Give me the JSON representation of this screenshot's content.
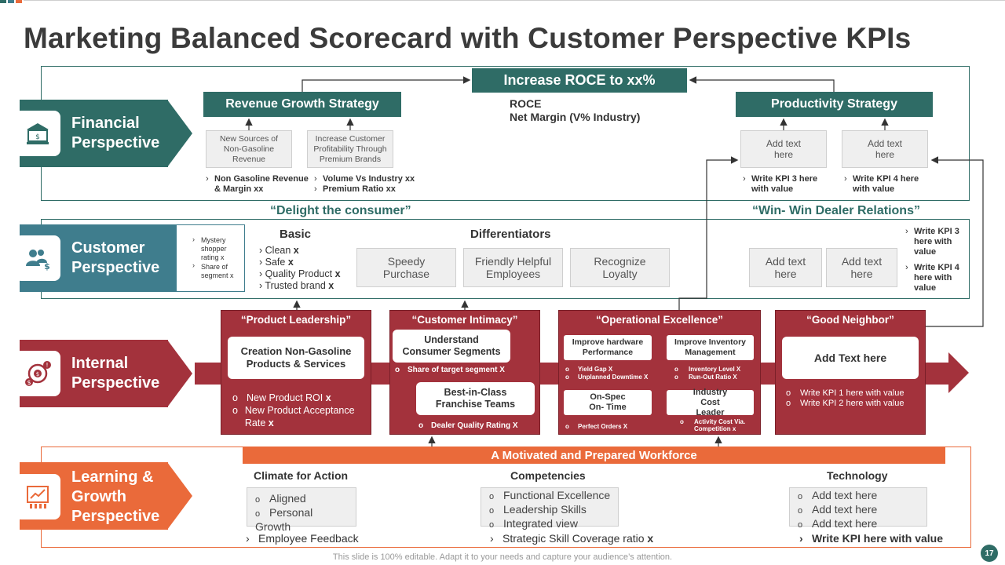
{
  "title": "Marketing Balanced Scorecard with Customer Perspective KPIs",
  "colors": {
    "teal": "#2f6c66",
    "blue": "#3f7d8d",
    "red": "#a3323c",
    "orange": "#ea6a3a",
    "gray": "#efefef"
  },
  "financial": {
    "label_line1": "Financial",
    "label_line2": "Perspective",
    "icon": "bank-building-icon",
    "center_box": "Increase ROCE to xx%",
    "center_kpi1": "ROCE",
    "center_kpi2": "Net Margin (V% Industry)",
    "revenue_strategy": "Revenue Growth Strategy",
    "box1": "New Sources of Non-Gasoline Revenue",
    "box2": "Increase Customer Profitability Through Premium Brands",
    "kpi1": "Non Gasoline Revenue & Margin xx",
    "kpi2_line1": "Volume Vs Industry xx",
    "kpi2_line2": "Premium Ratio xx",
    "productivity_strategy": "Productivity Strategy",
    "add_text": "Add text here",
    "kpi3": "Write KPI 3 here with value",
    "kpi4": "Write KPI 4 here with value"
  },
  "customer": {
    "label_line1": "Customer",
    "label_line2": "Perspective",
    "icon": "customers-dollar-icon",
    "side_kpi1": "Mystery shopper rating x",
    "side_kpi2": "Share of segment x",
    "quote_left": "“Delight the consumer”",
    "quote_right": "“Win- Win Dealer Relations”",
    "basic_title": "Basic",
    "basic_items": [
      "Clean",
      "Safe",
      "Quality Product",
      "Trusted brand"
    ],
    "basic_mark": "x",
    "diff_title": "Differentiators",
    "diff1": "Speedy Purchase",
    "diff2": "Friendly Helpful Employees",
    "diff3": "Recognize Loyalty",
    "add_text": "Add text here",
    "kpi3": "Write KPI 3 here with value",
    "kpi4": "Write KPI 4 here with value"
  },
  "internal": {
    "label_line1": "Internal",
    "label_line2": "Perspective",
    "icon": "process-cycle-icon",
    "pl_title": "“Product Leadership”",
    "pl_box": "Creation Non-Gasoline Products & Services",
    "pl_item1": "New Product ROI",
    "pl_item2": "New Product Acceptance Rate",
    "mark": "x",
    "ci_title": "“Customer Intimacy”",
    "ci_box1": "Understand Consumer Segments",
    "ci_kpi1": "Share of target segment X",
    "ci_box2": "Best-in-Class Franchise Teams",
    "ci_kpi2": "Dealer Quality Rating X",
    "oe_title": "“Operational Excellence”",
    "oe_box1": "Improve hardware Performance",
    "oe_kpi1a": "Yield Gap X",
    "oe_kpi1b": "Unplanned Downtime X",
    "oe_box2": "Improve Inventory Management",
    "oe_kpi2a": "Inventory Level X",
    "oe_kpi2b": "Run-Out Ratio X",
    "oe_box3": "On-Spec On- Time",
    "oe_kpi3": "Perfect Orders X",
    "oe_box4": "Industry Cost Leader",
    "oe_kpi4": "Activity Cost Via. Competition x",
    "gn_title": "“Good Neighbor”",
    "gn_box": "Add Text here",
    "gn_kpi1": "Write KPI 1 here with value",
    "gn_kpi2": "Write KPI 2 here with value"
  },
  "learning": {
    "label_line1": "Learning &",
    "label_line2": "Growth",
    "label_line3": "Perspective",
    "icon": "growth-chart-board-icon",
    "banner": "A Motivated and Prepared Workforce",
    "col1_title": "Climate for Action",
    "col1_items": [
      "Aligned",
      "Personal Growth"
    ],
    "col1_kpi": "Employee Feedback",
    "col2_title": "Competencies",
    "col2_items": [
      "Functional Excellence",
      "Leadership Skills",
      "Integrated view"
    ],
    "col2_kpi": "Strategic Skill Coverage  ratio",
    "col2_mark": "x",
    "col3_title": "Technology",
    "col3_items": [
      "Add text here",
      "Add text here",
      "Add text here"
    ],
    "col3_kpi": "Write KPI here with value"
  },
  "footer": "This slide is 100% editable. Adapt it to your needs and capture your audience’s attention.",
  "page_number": "17"
}
